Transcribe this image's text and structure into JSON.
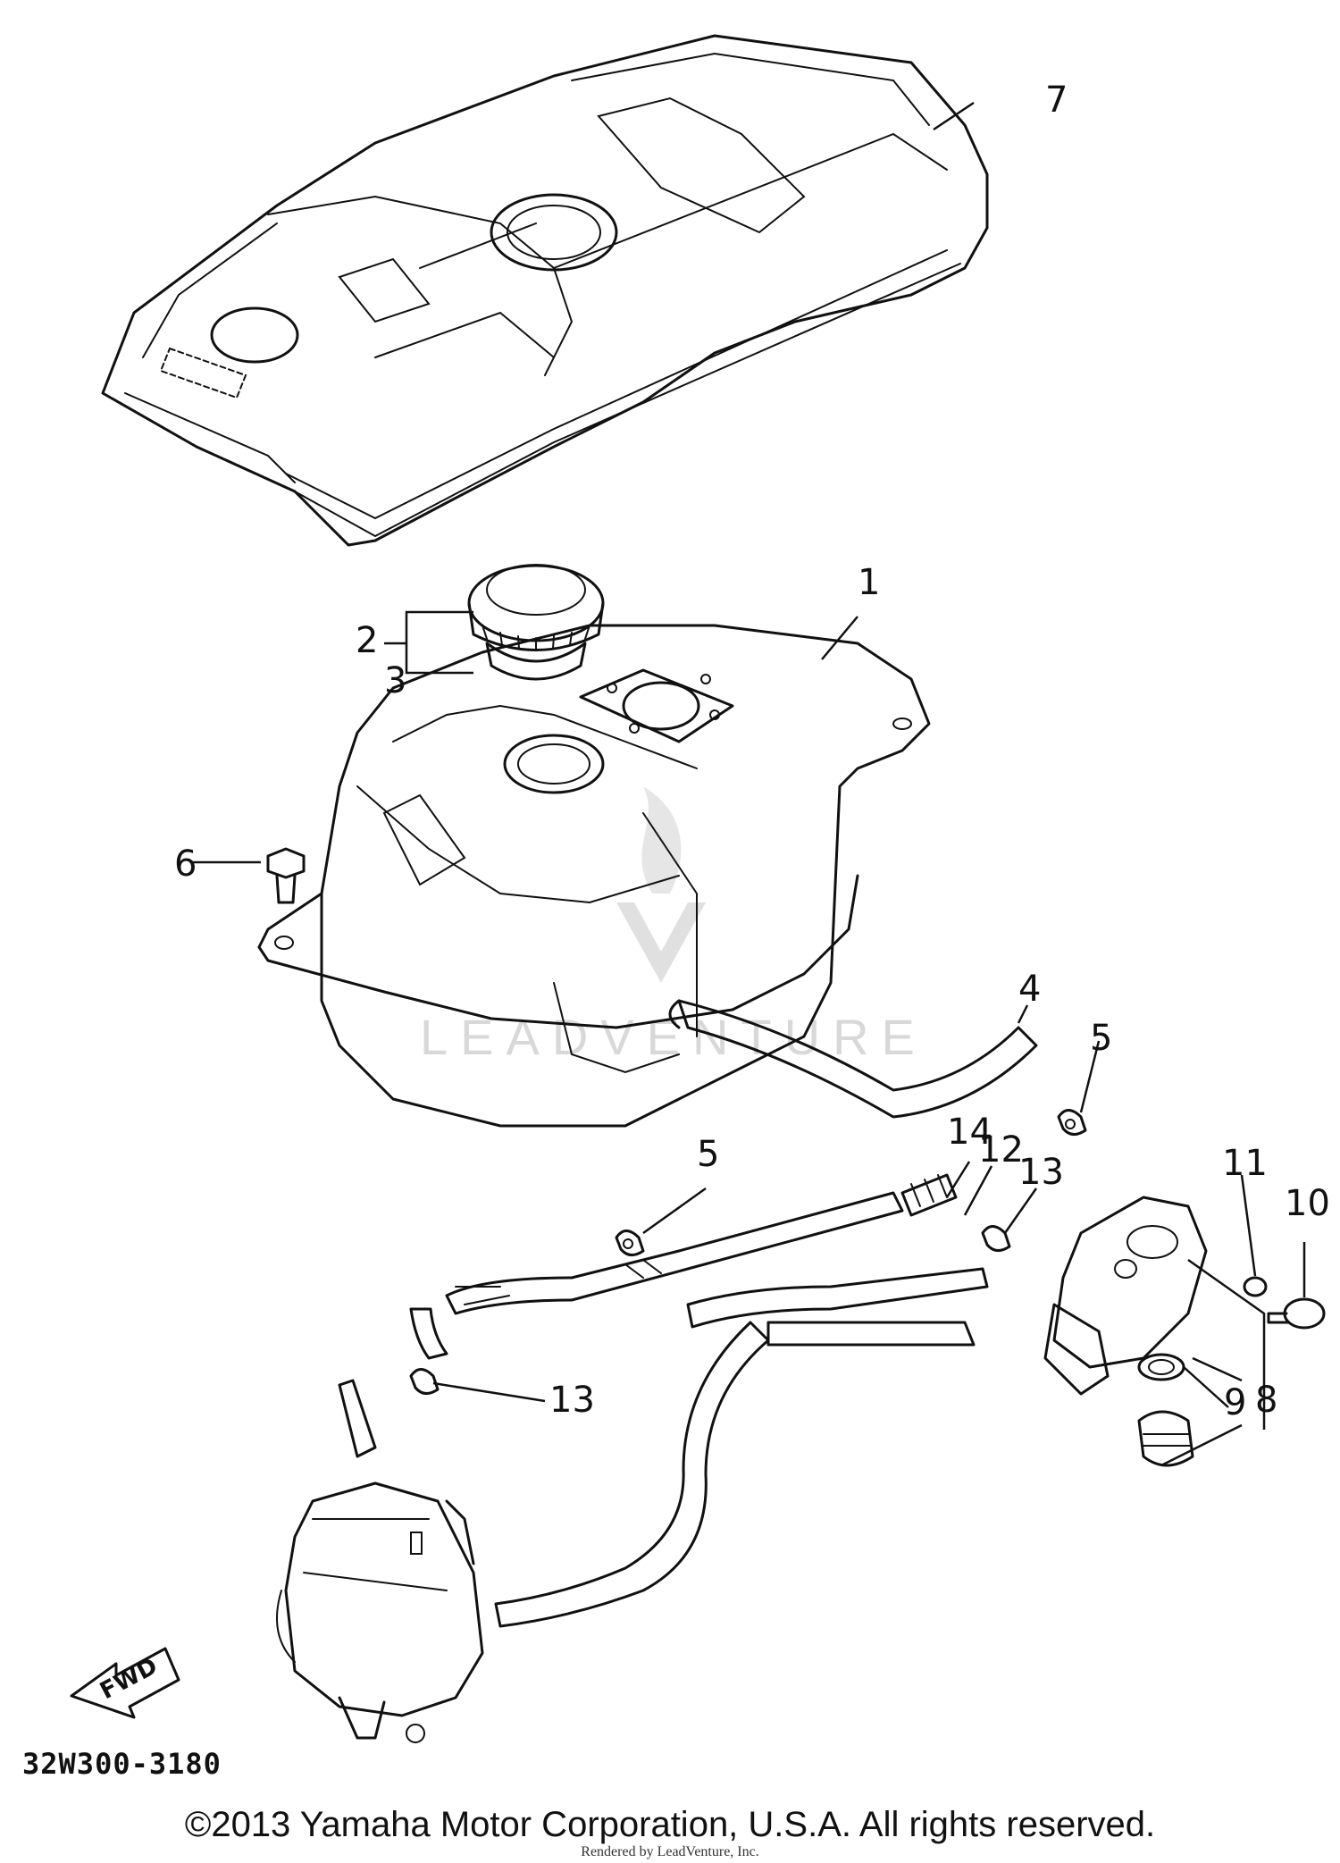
{
  "callouts": [
    {
      "id": "1",
      "label": "1"
    },
    {
      "id": "2",
      "label": "2"
    },
    {
      "id": "3",
      "label": "3"
    },
    {
      "id": "4",
      "label": "4"
    },
    {
      "id": "5a",
      "label": "5"
    },
    {
      "id": "5b",
      "label": "5"
    },
    {
      "id": "6",
      "label": "6"
    },
    {
      "id": "7",
      "label": "7"
    },
    {
      "id": "8",
      "label": "8"
    },
    {
      "id": "9",
      "label": "9"
    },
    {
      "id": "10",
      "label": "10"
    },
    {
      "id": "11",
      "label": "11"
    },
    {
      "id": "12",
      "label": "12"
    },
    {
      "id": "13a",
      "label": "13"
    },
    {
      "id": "13b",
      "label": "13"
    },
    {
      "id": "14",
      "label": "14"
    }
  ],
  "diagram_code": "32W300-3180",
  "fwd_label": "FWD",
  "watermark": "LEADVENTURE",
  "copyright": "©2013 Yamaha Motor Corporation, U.S.A. All rights reserved.",
  "render_credit": "Rendered by LeadVenture, Inc."
}
